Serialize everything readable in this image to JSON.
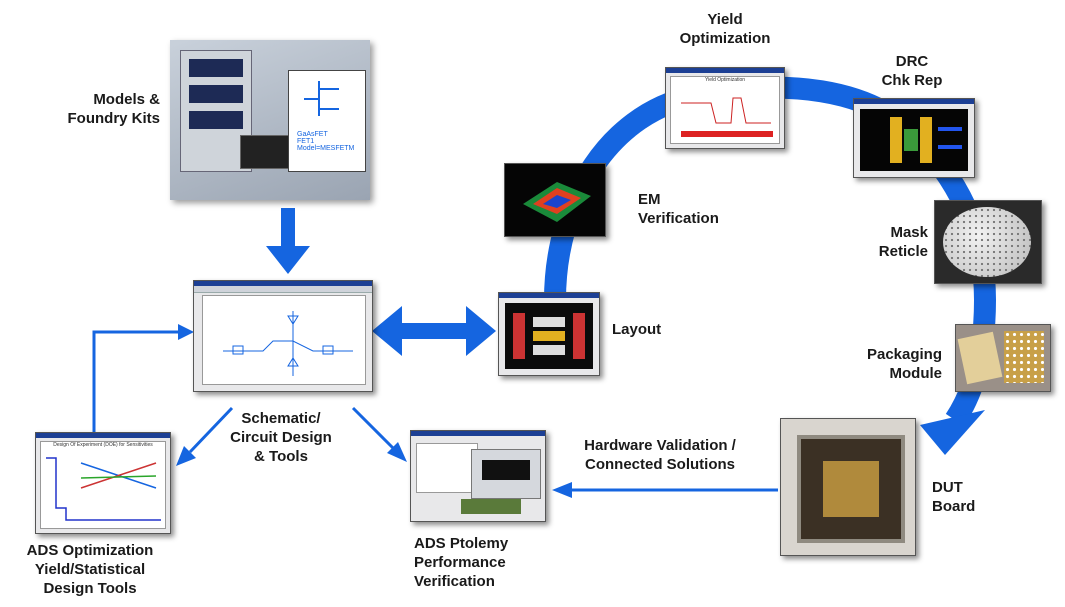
{
  "labels": {
    "models": [
      "Models &",
      "Foundry Kits"
    ],
    "yield": [
      "Yield",
      "Optimization"
    ],
    "drc": [
      "DRC",
      "Chk Rep"
    ],
    "em": [
      "EM",
      "Verification"
    ],
    "mask": [
      "Mask",
      "Reticle"
    ],
    "layout": "Layout",
    "packaging": [
      "Packaging",
      "Module"
    ],
    "schematic": [
      "Schematic/",
      "Circuit Design",
      "& Tools"
    ],
    "hardware": [
      "Hardware Validation /",
      "Connected Solutions"
    ],
    "dut": [
      "DUT",
      "Board"
    ],
    "ads_opt": [
      "ADS Optimization",
      "Yield/Statistical",
      "Design Tools"
    ],
    "ads_ptolemy": [
      "ADS Ptolemy",
      "Performance",
      "Verification"
    ]
  },
  "thumb_text": {
    "model_lines": [
      "GaAsFET",
      "FET1",
      "Model=MESFETM"
    ],
    "opt_title": "Design Of Experiment (DOE) for Sensitivities",
    "yield_title": "Yield Optimization"
  },
  "colors": {
    "arrow": "#1565e0",
    "text": "#1a1a1a",
    "window_title": "#1c3f94"
  }
}
